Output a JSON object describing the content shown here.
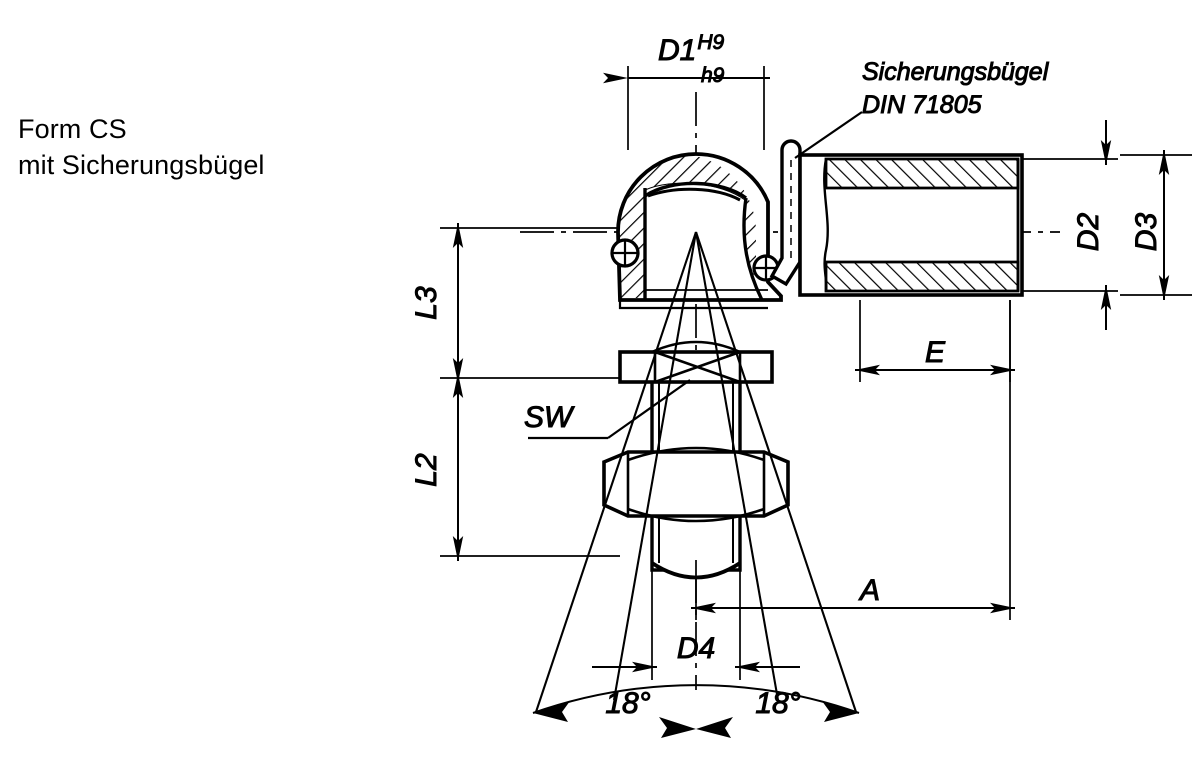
{
  "title": {
    "line1": "Form CS",
    "line2": "mit Sicherungsbügel"
  },
  "drawing": {
    "type": "technical-engineering-drawing",
    "subject": "angle joint ball socket with retaining clip",
    "background_color": "#ffffff",
    "line_color": "#000000"
  },
  "annotations": {
    "note": {
      "line1": "Sicherungsbügel",
      "line2": "DIN 71805"
    },
    "sw": "SW"
  },
  "dimensions": {
    "d1": {
      "base": "D1",
      "upper_tolerance": "H9",
      "lower_tolerance": "h9"
    },
    "d2": "D2",
    "d3": "D3",
    "d4": "D4",
    "l2": "L2",
    "l3": "L3",
    "e": "E",
    "a": "A",
    "angle_left": "18°",
    "angle_right": "18°"
  }
}
